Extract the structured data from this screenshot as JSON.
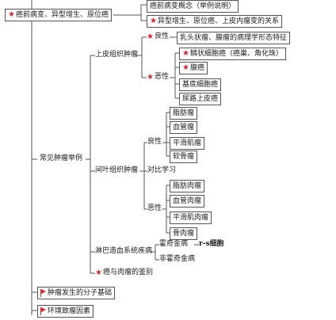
{
  "nodes": {
    "n_precancer": "癌前病变、异型增生、原位癌",
    "n_precancer_concept": "癌前病变概念（举例说明）",
    "n_precancer_relation": "异型增生、原位癌、上皮内瘤变的关系",
    "root": "常见肿瘤举例",
    "epithelial": "上皮组织肿瘤",
    "epi_benign": "良性",
    "epi_benign_desc": "乳头状瘤、腺瘤的病理学形态特征",
    "epi_malignant": "恶性",
    "scc": "鳞状细胞癌（癌巢、角化珠）",
    "adenocarcinoma": "腺癌",
    "bcc": "基底细胞癌",
    "urothelial": "尿路上皮癌",
    "mesenchymal": "间叶组织肿瘤",
    "mes_benign": "良性",
    "lipoma": "脂肪瘤",
    "hemangioma": "血管瘤",
    "leiomyoma": "平滑肌瘤",
    "chondroma": "软骨瘤",
    "comparison": "对比学习",
    "mes_malignant": "恶性",
    "liposarcoma": "脂肪肉瘤",
    "angiosarcoma": "血管肉瘤",
    "leiomyosarcoma": "平滑肌肉瘤",
    "osteosarcoma": "骨肉瘤",
    "lymphoma": "淋巴造血系统疾病",
    "hodgkin": "霍奇金病",
    "rs_cell": "r-s细胞",
    "non_hodgkin": "非霍奇金病",
    "ca_vs_sarcoma": "癌与肉瘤的鉴别",
    "molecular": "肿瘤发生的分子基础",
    "environment": "环境致瘤因素"
  },
  "colors": {
    "accent": "#e0252c",
    "line": "#555555"
  },
  "icons": {
    "key_point": "star-icon",
    "section": "flag-icon"
  }
}
